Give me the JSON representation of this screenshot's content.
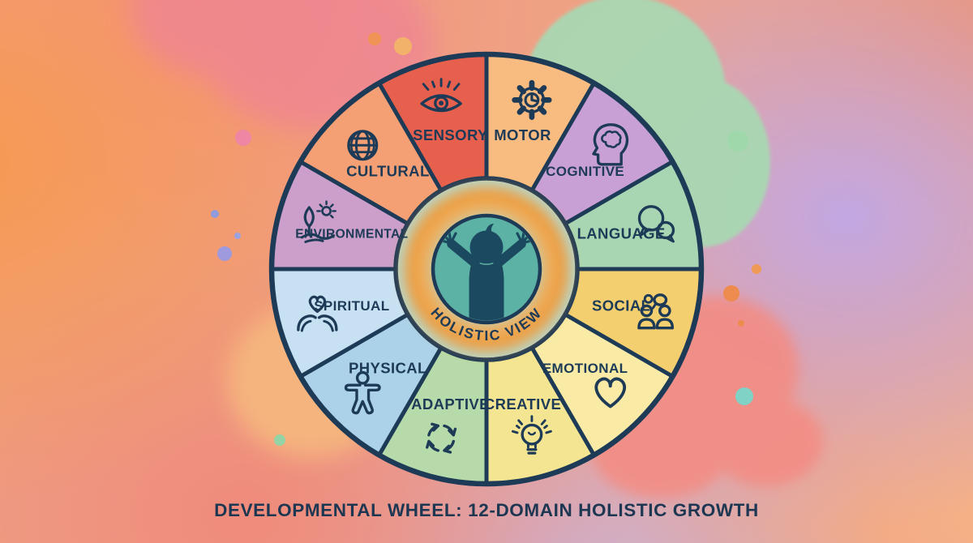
{
  "title": "DEVELOPMENTAL WHEEL: 12-DOMAIN HOLISTIC GROWTH",
  "center_hub": {
    "label": "HOLISTIC VIEW",
    "icon": "child-silhouette-icon",
    "hub_color": "#b7d8ca",
    "inner_color": "#5cb2a4",
    "glow_color": "#ef9b3e",
    "glow_color_soft": "#f6b35f",
    "silhouette_color": "#1b4a60"
  },
  "wheel": {
    "outline_color": "#1d3a57",
    "label_color": "#1d3a57",
    "segments": [
      {
        "label": "MOTOR",
        "icon": "gear-icon",
        "color": "#f9bc80"
      },
      {
        "label": "COGNITIVE",
        "icon": "head-brain-icon",
        "color": "#c9a0d6"
      },
      {
        "label": "LANGUAGE",
        "icon": "speech-bubbles-icon",
        "color": "#a9d6b2"
      },
      {
        "label": "SOCIAL",
        "icon": "people-group-icon",
        "color": "#f3cf70"
      },
      {
        "label": "EMOTIONAL",
        "icon": "heart-icon",
        "color": "#f9eba6"
      },
      {
        "label": "CREATIVE",
        "icon": "lightbulb-icon",
        "color": "#f4e592"
      },
      {
        "label": "ADAPTIVE",
        "icon": "cycle-arrows-icon",
        "color": "#b6daa9"
      },
      {
        "label": "PHYSICAL",
        "icon": "person-icon",
        "color": "#abd2e9"
      },
      {
        "label": "SPIRITUAL",
        "icon": "hands-heart-icon",
        "color": "#c8e1f2"
      },
      {
        "label": "ENVIRONMENTAL",
        "icon": "nature-icon",
        "color": "#cb9fc9"
      },
      {
        "label": "CULTURAL",
        "icon": "globe-icon",
        "color": "#f5a074"
      },
      {
        "label": "SENSORY",
        "icon": "eye-icon",
        "color": "#e6604d"
      }
    ]
  },
  "background": {
    "blobs": [
      {
        "name": "green-blob",
        "color": "#a9d8b2",
        "blur": 2,
        "opacity": 0.95,
        "shapes": [
          [
            770,
            115,
            125,
            120
          ],
          [
            865,
            200,
            85,
            105
          ],
          [
            705,
            265,
            75,
            85
          ]
        ]
      },
      {
        "name": "pink-top-blob",
        "color": "#ee8494",
        "blur": 16,
        "opacity": 0.75,
        "shapes": [
          [
            390,
            55,
            145,
            105
          ],
          [
            290,
            15,
            130,
            85
          ]
        ]
      },
      {
        "name": "orange-left-blob",
        "color": "#f6b87e",
        "blur": 14,
        "opacity": 0.9,
        "shapes": [
          [
            385,
            470,
            105,
            95
          ]
        ]
      },
      {
        "name": "pink-bottom-right-blob",
        "color": "#f48b82",
        "blur": 8,
        "opacity": 0.85,
        "shapes": [
          [
            885,
            455,
            100,
            90
          ],
          [
            815,
            555,
            85,
            60
          ],
          [
            945,
            545,
            70,
            55
          ]
        ]
      }
    ],
    "dots": [
      [
        462,
        48,
        8,
        "#ef9454"
      ],
      [
        497,
        57,
        11,
        "#f3b269"
      ],
      [
        300,
        170,
        10,
        "#ee86a4"
      ],
      [
        265,
        264,
        5,
        "#8f9bdc"
      ],
      [
        293,
        291,
        4,
        "#9aa2e0"
      ],
      [
        277,
        313,
        9,
        "#9f9ade"
      ],
      [
        910,
        174,
        13,
        "#9ed8ab"
      ],
      [
        345,
        543,
        7,
        "#96d3a4"
      ],
      [
        933,
        332,
        6,
        "#f09a55"
      ],
      [
        902,
        362,
        10,
        "#ee8b4e"
      ],
      [
        914,
        399,
        4,
        "#ee8b4e"
      ],
      [
        918,
        489,
        11,
        "#7fd2c5"
      ]
    ]
  }
}
